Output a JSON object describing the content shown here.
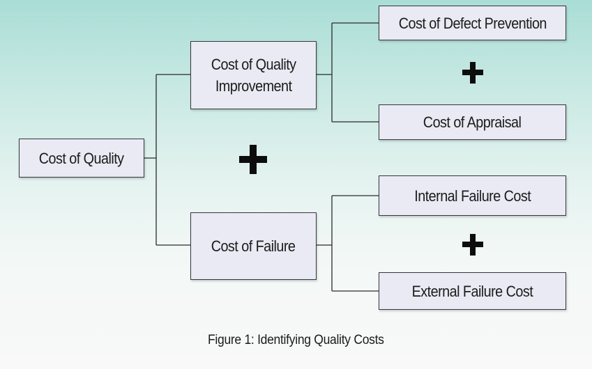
{
  "diagram": {
    "root": "Cost of Quality",
    "improvement": {
      "line1": "Cost of Quality",
      "line2": "Improvement"
    },
    "prevention": "Cost of Defect Prevention",
    "appraisal": "Cost of Appraisal",
    "failure": "Cost of Failure",
    "internal_failure": "Internal Failure Cost",
    "external_failure": "External Failure Cost"
  },
  "caption": "Figure 1: Identifying Quality Costs"
}
